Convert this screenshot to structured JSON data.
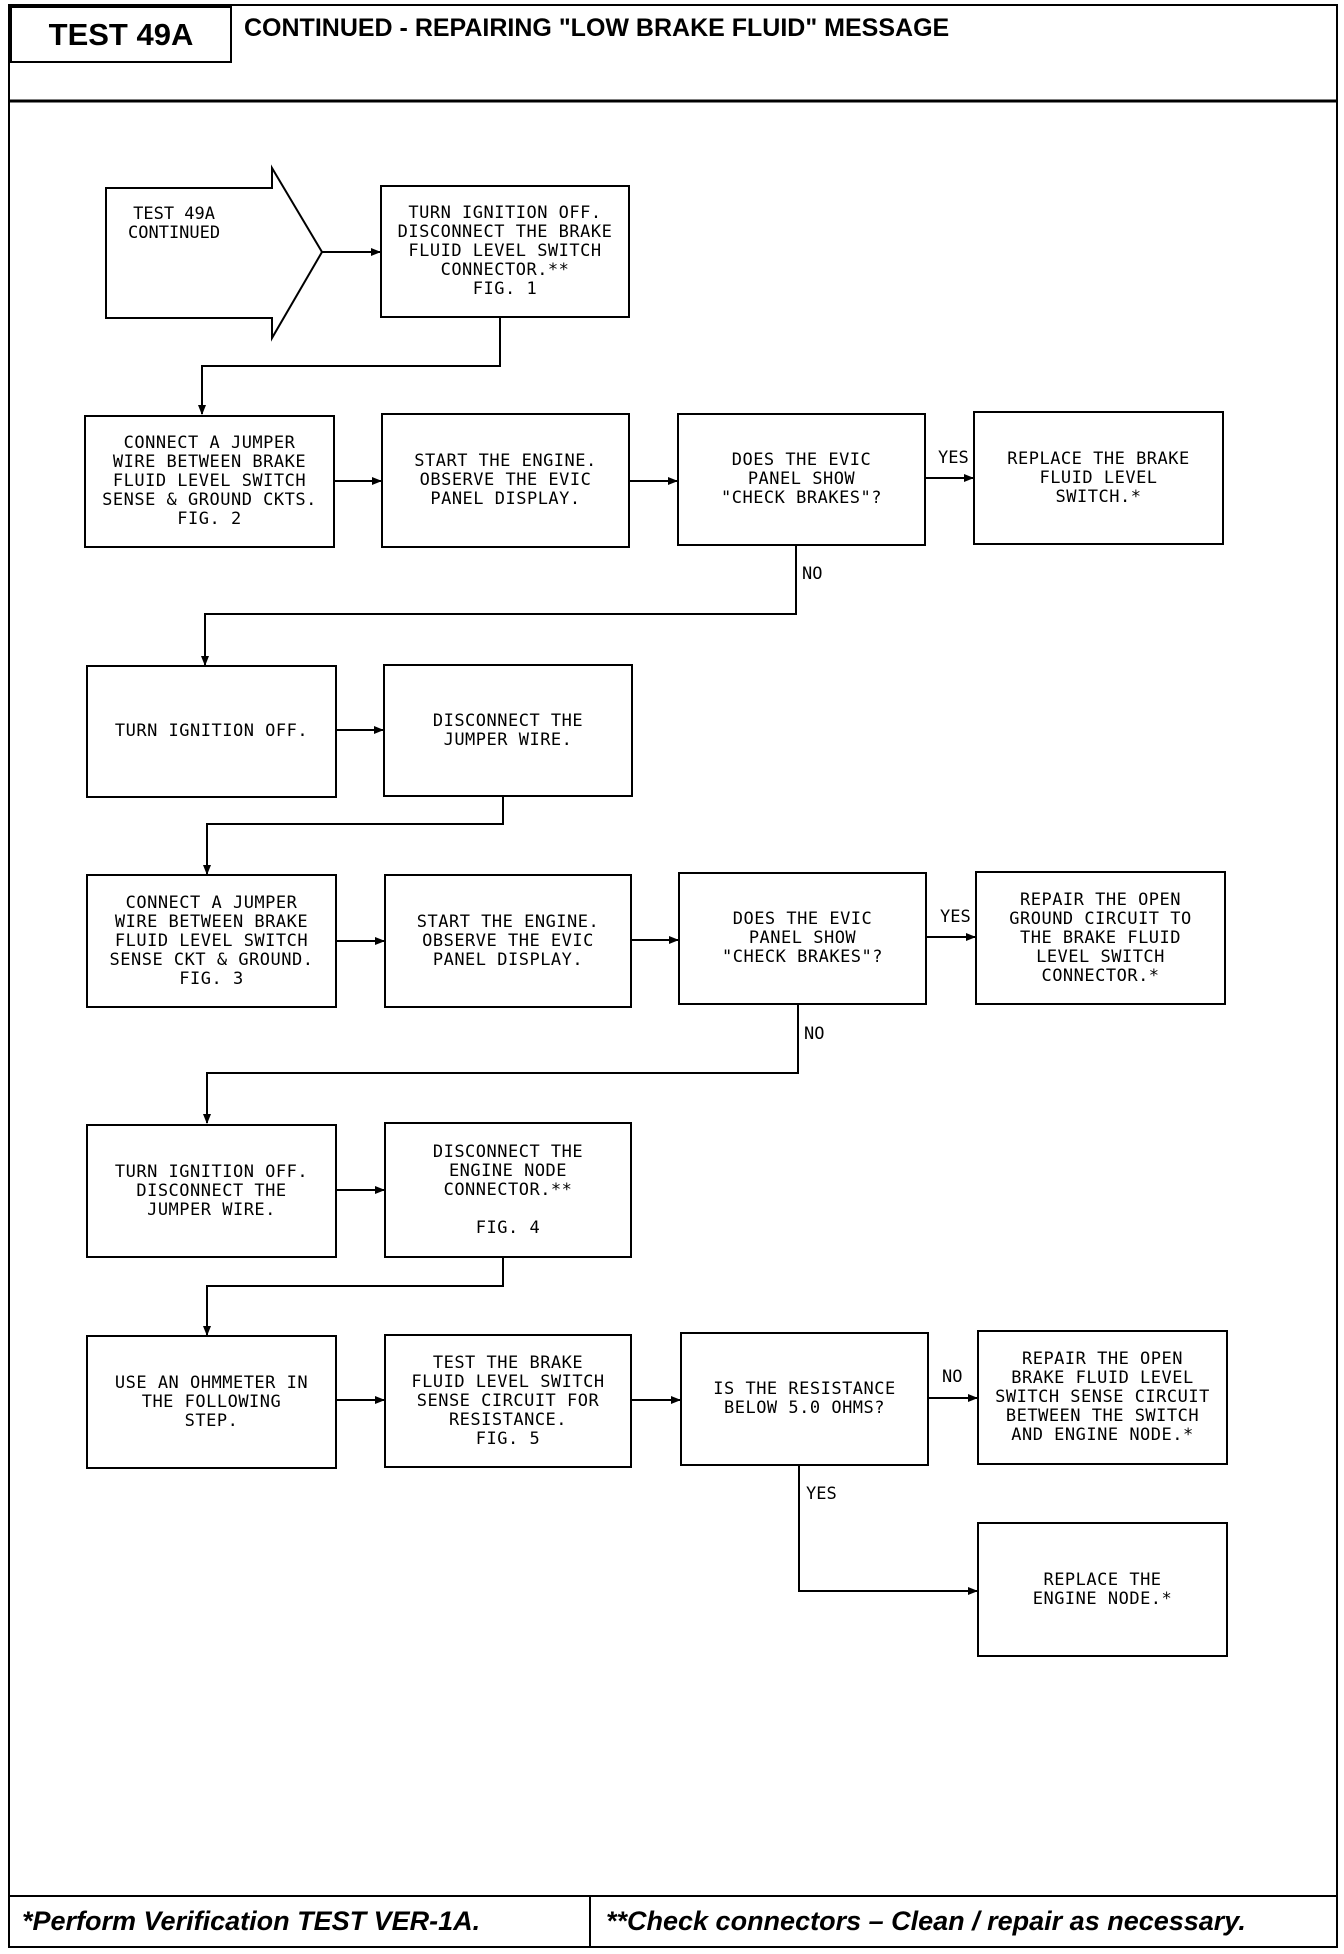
{
  "header": {
    "test_label": "TEST 49A",
    "title": "CONTINUED - REPAIRING \"LOW BRAKE FLUID\" MESSAGE"
  },
  "start": {
    "label": "TEST 49A\nCONTINUED"
  },
  "steps": {
    "s1": "TURN IGNITION OFF.\nDISCONNECT THE BRAKE\nFLUID LEVEL SWITCH\nCONNECTOR.**\nFIG. 1",
    "s2": "CONNECT A JUMPER\nWIRE BETWEEN BRAKE\nFLUID LEVEL SWITCH\nSENSE & GROUND CKTS.\nFIG. 2",
    "s3": "START THE ENGINE.\nOBSERVE THE EVIC\nPANEL DISPLAY.",
    "q1": "DOES THE EVIC\nPANEL SHOW\n\"CHECK BRAKES\"?",
    "r1": "REPLACE THE BRAKE\nFLUID LEVEL\nSWITCH.*",
    "s4": "TURN IGNITION OFF.",
    "s5": "DISCONNECT THE\nJUMPER WIRE.",
    "s6": "CONNECT A JUMPER\nWIRE BETWEEN BRAKE\nFLUID LEVEL SWITCH\nSENSE CKT & GROUND.\nFIG. 3",
    "s7": "START THE ENGINE.\nOBSERVE THE EVIC\nPANEL DISPLAY.",
    "q2": "DOES THE EVIC\nPANEL SHOW\n\"CHECK BRAKES\"?",
    "r2": "REPAIR THE OPEN\nGROUND CIRCUIT TO\nTHE BRAKE FLUID\nLEVEL SWITCH\nCONNECTOR.*",
    "s8": "TURN IGNITION OFF.\nDISCONNECT THE\nJUMPER WIRE.",
    "s9": "DISCONNECT THE\nENGINE NODE\nCONNECTOR.**\n\nFIG. 4",
    "s10": "USE AN OHMMETER IN\nTHE FOLLOWING\nSTEP.",
    "s11": "TEST THE BRAKE\nFLUID LEVEL SWITCH\nSENSE CIRCUIT FOR\nRESISTANCE.\nFIG. 5",
    "q3": "IS THE RESISTANCE\nBELOW 5.0 OHMS?",
    "r3": "REPAIR THE OPEN\nBRAKE FLUID LEVEL\nSWITCH SENSE CIRCUIT\nBETWEEN THE SWITCH\nAND ENGINE NODE.*",
    "r4": "REPLACE THE\nENGINE NODE.*"
  },
  "labels": {
    "yes1": "YES",
    "no1": "NO",
    "yes2": "YES",
    "no2": "NO",
    "no3": "NO",
    "yes3": "YES"
  },
  "footer": {
    "note1": "*Perform Verification TEST VER-1A.",
    "note2": "**Check connectors – Clean / repair as necessary."
  }
}
